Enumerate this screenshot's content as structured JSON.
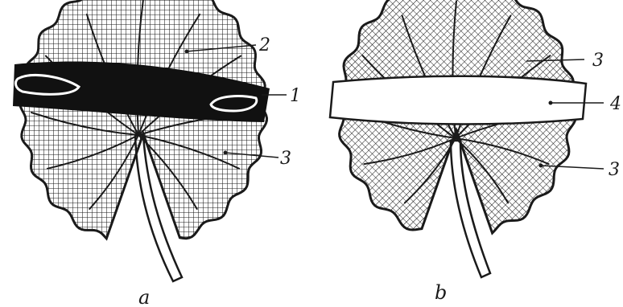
{
  "figure": {
    "panel_a": {
      "caption": "a",
      "labels": {
        "one": "1",
        "two": "2",
        "three": "3"
      }
    },
    "panel_b": {
      "caption": "b",
      "labels": {
        "three_top": "3",
        "four": "4",
        "three_bottom": "3"
      }
    },
    "colors": {
      "ink": "#1a1a1a",
      "paper": "#ffffff"
    }
  }
}
